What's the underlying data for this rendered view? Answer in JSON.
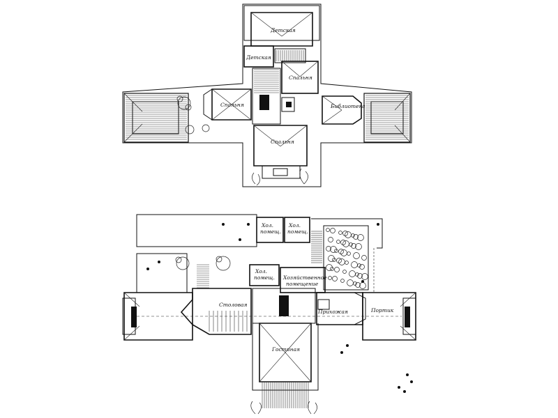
{
  "upper_floor": {
    "rooms": [
      {
        "label": "Детская"
      },
      {
        "label": "Детская"
      },
      {
        "label": "Спальня"
      },
      {
        "label": "Спальня"
      },
      {
        "label": "Библиотека"
      },
      {
        "label": "Спальня"
      }
    ]
  },
  "ground_floor": {
    "rooms": [
      {
        "label": "Хол."
      },
      {
        "label": "помещ."
      },
      {
        "label": "Хол."
      },
      {
        "label": "помещ."
      },
      {
        "label": "Хол."
      },
      {
        "label": "помещ."
      },
      {
        "label": "Хозяйственное"
      },
      {
        "label": "помещение"
      },
      {
        "label": "Столовая"
      },
      {
        "label": "Прихожая"
      },
      {
        "label": "Портик"
      },
      {
        "label": "Гостиная"
      }
    ]
  }
}
